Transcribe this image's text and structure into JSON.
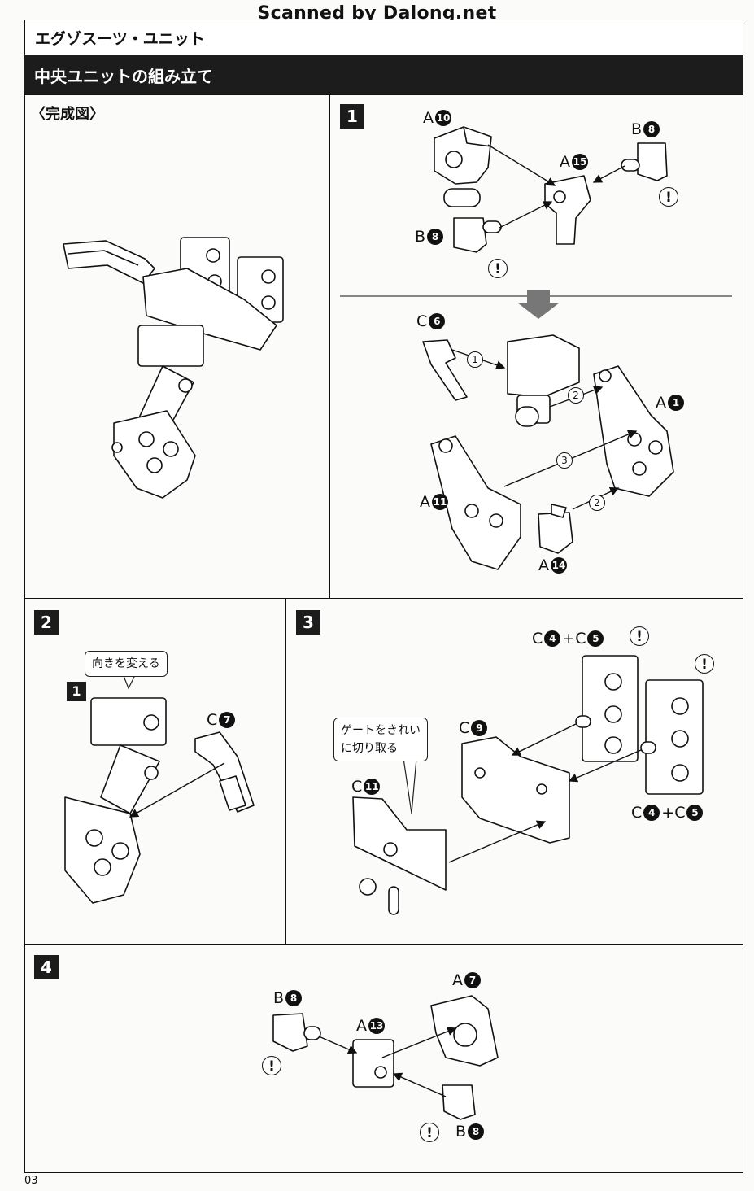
{
  "watermark": "Scanned by Dalong.net",
  "header": {
    "title": "エグゾスーツ・ユニット",
    "section": "中央ユニットの組み立て"
  },
  "completed_label": "〈完成図〉",
  "steps": {
    "s1": {
      "number": "1",
      "parts": {
        "a10": {
          "letter": "A",
          "num": "10"
        },
        "b8_top": {
          "letter": "B",
          "num": "8"
        },
        "a15": {
          "letter": "A",
          "num": "15"
        },
        "b8_left": {
          "letter": "B",
          "num": "8"
        },
        "c6": {
          "letter": "C",
          "num": "6"
        },
        "a1": {
          "letter": "A",
          "num": "1"
        },
        "a11": {
          "letter": "A",
          "num": "11"
        },
        "a14": {
          "letter": "A",
          "num": "14"
        }
      },
      "order": [
        "1",
        "2",
        "3",
        "2"
      ]
    },
    "s2": {
      "number": "2",
      "callout": "向きを変える",
      "sub_badge": "1",
      "parts": {
        "c7": {
          "letter": "C",
          "num": "7"
        }
      }
    },
    "s3": {
      "number": "3",
      "callout_line1": "ゲートをきれい",
      "callout_line2": "に切り取る",
      "parts": {
        "c4c5_top": {
          "text": "C",
          "n1": "4",
          "plus": "+C",
          "n2": "5"
        },
        "c4c5_bottom": {
          "text": "C",
          "n1": "4",
          "plus": "+C",
          "n2": "5"
        },
        "c9": {
          "letter": "C",
          "num": "9"
        },
        "c11": {
          "letter": "C",
          "num": "11"
        }
      }
    },
    "s4": {
      "number": "4",
      "parts": {
        "b8_left": {
          "letter": "B",
          "num": "8"
        },
        "a13": {
          "letter": "A",
          "num": "13"
        },
        "a7": {
          "letter": "A",
          "num": "7"
        },
        "b8_bottom": {
          "letter": "B",
          "num": "8"
        }
      }
    }
  },
  "caution_mark": "!",
  "page_number": "03"
}
